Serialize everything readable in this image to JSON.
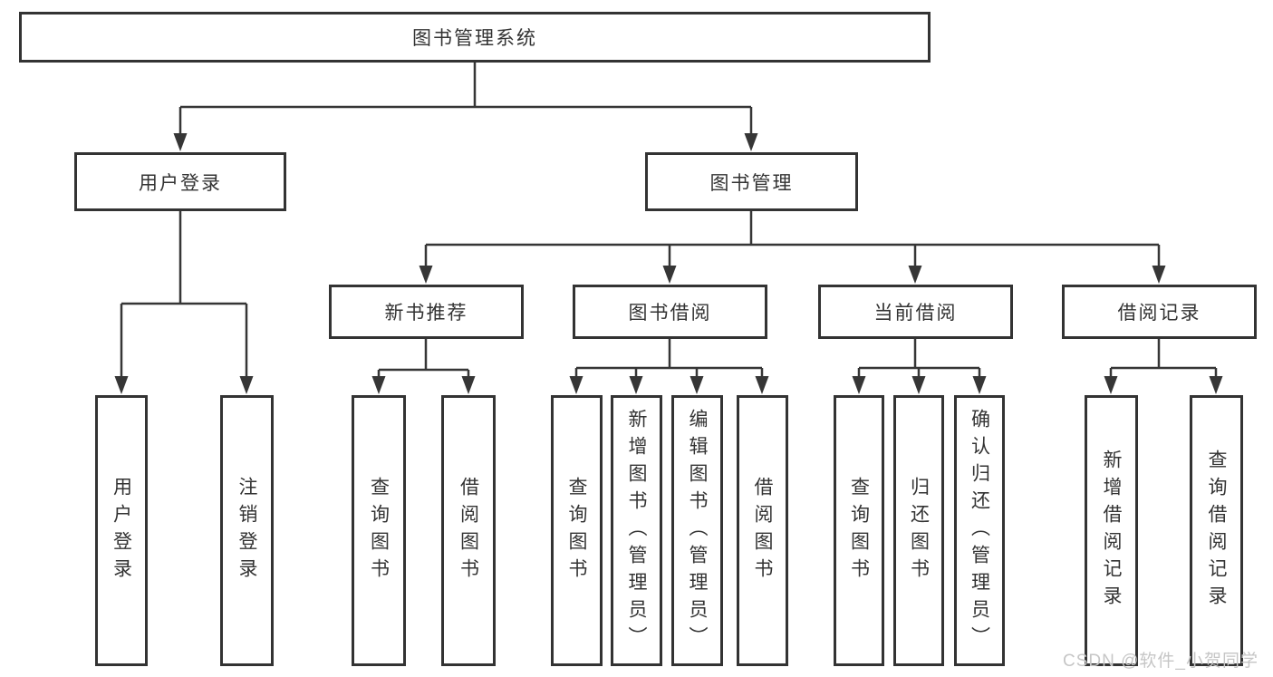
{
  "diagram": {
    "root": {
      "label": "图书管理系统"
    },
    "user_login": {
      "label": "用户登录"
    },
    "book_management": {
      "label": "图书管理"
    },
    "new_book": {
      "label": "新书推荐"
    },
    "book_borrow": {
      "label": "图书借阅"
    },
    "current_borrow": {
      "label": "当前借阅"
    },
    "borrow_records": {
      "label": "借阅记录"
    },
    "leaves": {
      "login": "用户登录",
      "logout": "注销登录",
      "nb_query": "查询图书",
      "nb_borrow": "借阅图书",
      "bb_query": "查询图书",
      "bb_add": "新增图书（管理员）",
      "bb_edit": "编辑图书（管理员）",
      "bb_borrow": "借阅图书",
      "cb_query": "查询图书",
      "cb_return": "归还图书",
      "cb_confirm": "确认归还（管理员）",
      "br_add": "新增借阅记录",
      "br_query": "查询借阅记录"
    },
    "colors": {
      "line": "#363636",
      "text": "#333333",
      "box_background": "#ffffff",
      "watermark": "#c6c6c6"
    }
  },
  "watermark": {
    "text": "CSDN @软件_小贺同学"
  }
}
